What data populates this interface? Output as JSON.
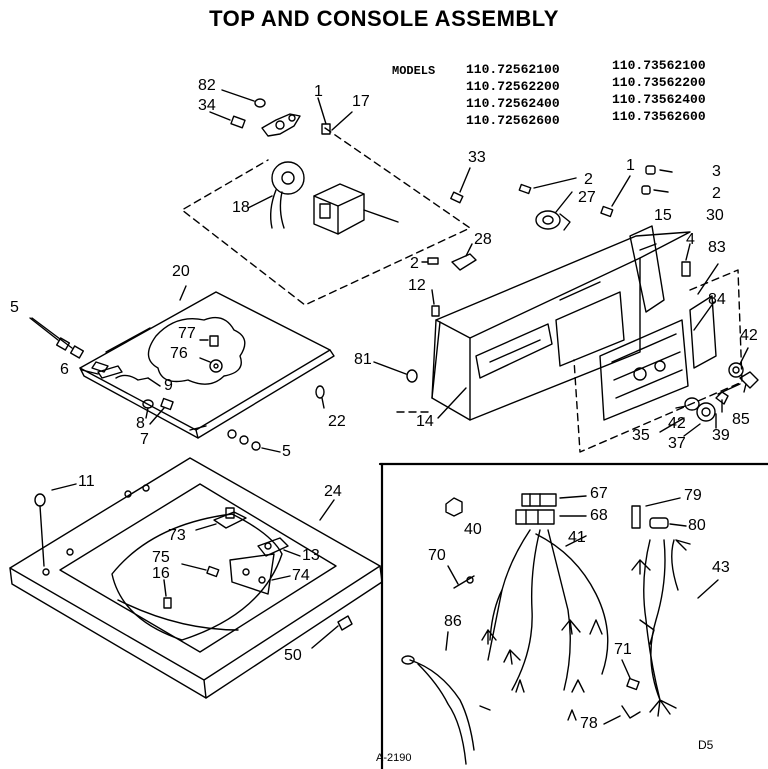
{
  "title": "TOP AND CONSOLE ASSEMBLY",
  "models_label": "MODELS",
  "models": [
    "110.72562100",
    "110.72562200",
    "110.72562400",
    "110.72562600",
    "110.73562100",
    "110.73562200",
    "110.73562400",
    "110.73562600"
  ],
  "labels": {
    "p82": "82",
    "p34": "34",
    "p1a": "1",
    "p17": "17",
    "p18": "18",
    "p33": "33",
    "p1b": "1",
    "p3": "3",
    "p2a": "2",
    "p2b": "2",
    "p27": "27",
    "p15": "15",
    "p30": "30",
    "p28": "28",
    "p2c": "2",
    "p4": "4",
    "p83": "83",
    "p12": "12",
    "p84": "84",
    "p42a": "42",
    "p20": "20",
    "p5a": "5",
    "p77": "77",
    "p76": "76",
    "p81": "81",
    "p6": "6",
    "p9": "9",
    "p8": "8",
    "p7": "7",
    "p5b": "5",
    "p22": "22",
    "p14": "14",
    "p35": "35",
    "p42b": "42",
    "p37": "37",
    "p39": "39",
    "p85": "85",
    "p11": "11",
    "p24": "24",
    "p73": "73",
    "p75": "75",
    "p16": "16",
    "p13": "13",
    "p74": "74",
    "p50": "50",
    "p40": "40",
    "p67": "67",
    "p68": "68",
    "p79": "79",
    "p80": "80",
    "p70": "70",
    "p41": "41",
    "p43": "43",
    "p86": "86",
    "p71": "71",
    "p78": "78"
  },
  "footer": {
    "left": "A-2190",
    "right": "D5"
  }
}
